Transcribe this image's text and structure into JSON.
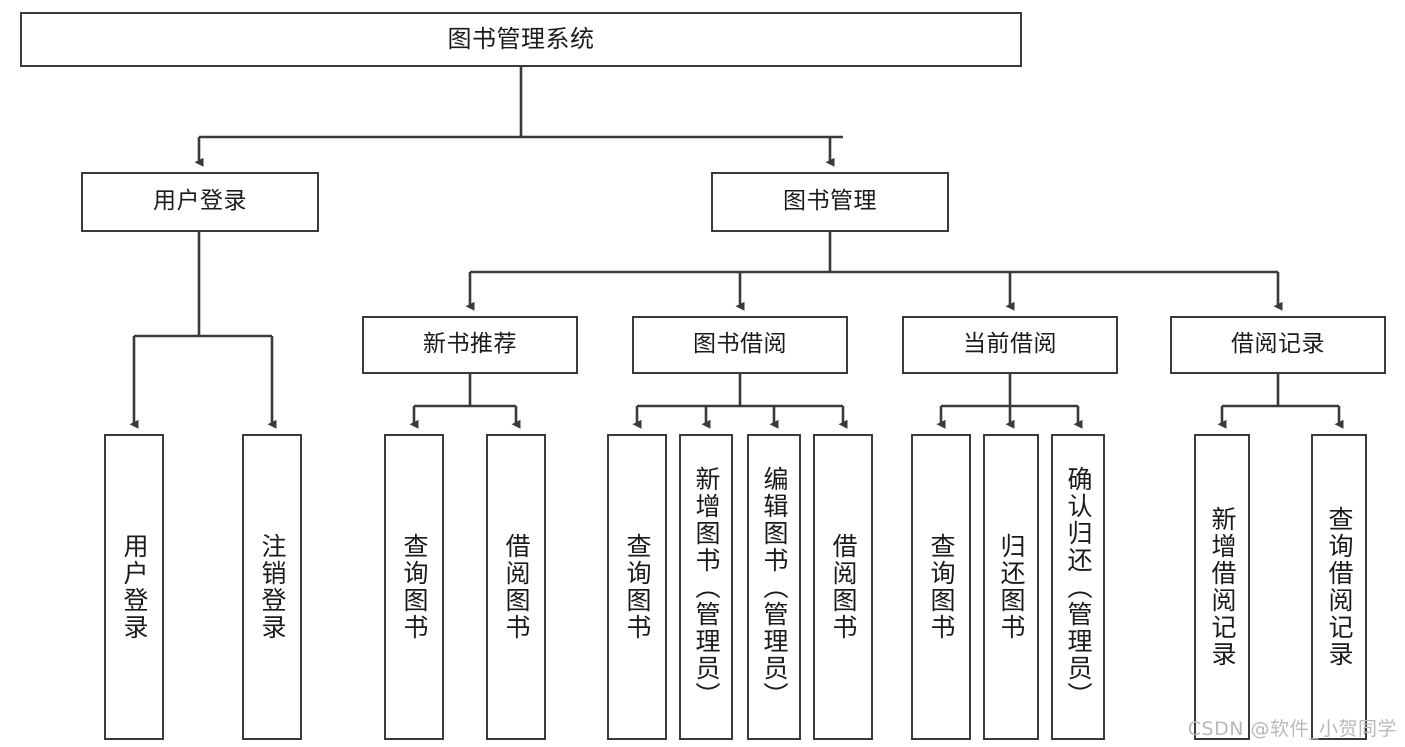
{
  "diagram": {
    "title": "图书管理系统",
    "type": "function-structure-tree",
    "stroke_color": "#3a3a3a",
    "fill_color": "#ffffff",
    "text_color": "#1b1b1b",
    "watermark": "CSDN @软件_小贺同学",
    "levels": {
      "root": {
        "label": "图书管理系统"
      },
      "level2": [
        {
          "label": "用户登录"
        },
        {
          "label": "图书管理"
        }
      ],
      "level3": [
        {
          "label": "新书推荐"
        },
        {
          "label": "图书借阅"
        },
        {
          "label": "当前借阅"
        },
        {
          "label": "借阅记录"
        }
      ],
      "level4": [
        {
          "label": "用户登录",
          "parent": "用户登录"
        },
        {
          "label": "注销登录",
          "parent": "用户登录"
        },
        {
          "label": "查询图书",
          "parent": "新书推荐"
        },
        {
          "label": "借阅图书",
          "parent": "新书推荐"
        },
        {
          "label": "查询图书",
          "parent": "图书借阅"
        },
        {
          "label": "新增图书（管理员）",
          "parent": "图书借阅"
        },
        {
          "label": "编辑图书（管理员）",
          "parent": "图书借阅"
        },
        {
          "label": "借阅图书",
          "parent": "图书借阅"
        },
        {
          "label": "查询图书",
          "parent": "当前借阅"
        },
        {
          "label": "归还图书",
          "parent": "当前借阅"
        },
        {
          "label": "确认归还（管理员）",
          "parent": "当前借阅"
        },
        {
          "label": "新增借阅记录",
          "parent": "借阅记录"
        },
        {
          "label": "查询借阅记录",
          "parent": "借阅记录"
        }
      ]
    }
  }
}
